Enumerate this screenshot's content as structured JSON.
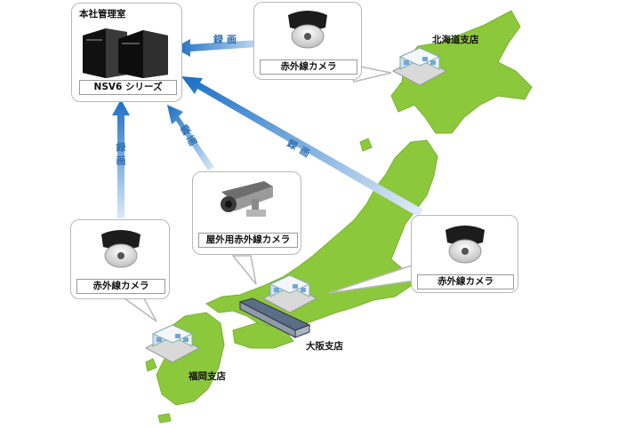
{
  "headquarters": {
    "title": "本社管理室",
    "recorder_label": "NSV6 シリーズ",
    "recorder_icon": "nvr-recorder-icon"
  },
  "branches": {
    "hokkaido": "北海道支店",
    "osaka": "大阪支店",
    "fukuoka": "福岡支店"
  },
  "cameras": {
    "hokkaido": "赤外線カメラ",
    "outdoor": "屋外用赤外線カメラ",
    "fukuoka": "赤外線カメラ",
    "east": "赤外線カメラ"
  },
  "arrows": {
    "top": "録画",
    "left": "録画",
    "middle": "録画",
    "right": "録画"
  },
  "colors": {
    "map_green": "#8cc83c",
    "arrow_blue": "#1a6fc4",
    "callout_border": "#b8b8b8"
  }
}
